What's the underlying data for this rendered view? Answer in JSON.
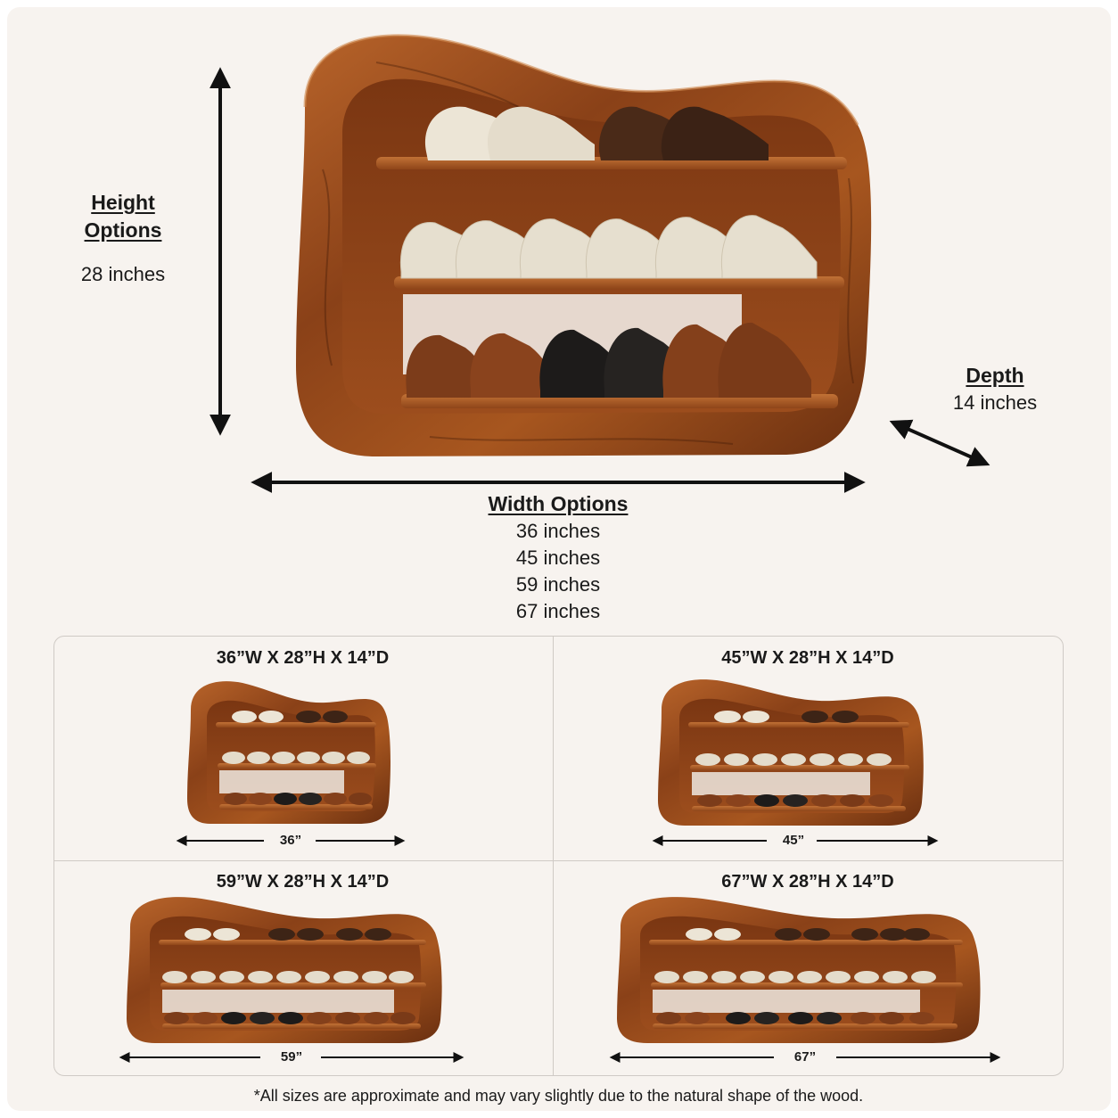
{
  "height": {
    "heading_line1": "Height",
    "heading_line2": "Options",
    "value": "28 inches"
  },
  "depth": {
    "heading": "Depth",
    "value": "14 inches"
  },
  "width": {
    "heading": "Width Options",
    "values": [
      "36 inches",
      "45 inches",
      "59 inches",
      "67 inches"
    ]
  },
  "variants": [
    {
      "title": "36”W X 28”H X 14”D",
      "width_label": "36”"
    },
    {
      "title": "45”W X 28”H X 14”D",
      "width_label": "45”"
    },
    {
      "title": "59”W X 28”H X 14”D",
      "width_label": "59”"
    },
    {
      "title": "67”W X 28”H X 14”D",
      "width_label": "67”"
    }
  ],
  "footnote": "*All sizes are approximate and may vary slightly due to the natural shape of the wood.",
  "colors": {
    "background": "#f7f3ef",
    "wood_dark": "#6e3412",
    "wood_mid": "#a2521f",
    "wood_light": "#c7783a",
    "shoe_cream": "#ebe3d3",
    "shoe_brown": "#7a3f1c",
    "shoe_black": "#1e1c1b"
  }
}
